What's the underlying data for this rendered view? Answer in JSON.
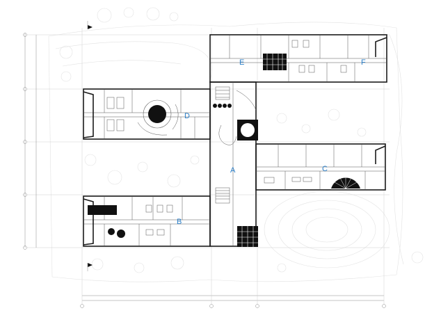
{
  "plan": {
    "label_color": "#2a7fc9",
    "line_color": "#1a1a1a",
    "zones": [
      {
        "id": "A",
        "label": "A"
      },
      {
        "id": "B",
        "label": "B"
      },
      {
        "id": "C",
        "label": "C"
      },
      {
        "id": "D",
        "label": "D"
      },
      {
        "id": "E",
        "label": "E"
      },
      {
        "id": "F",
        "label": "F"
      }
    ]
  }
}
